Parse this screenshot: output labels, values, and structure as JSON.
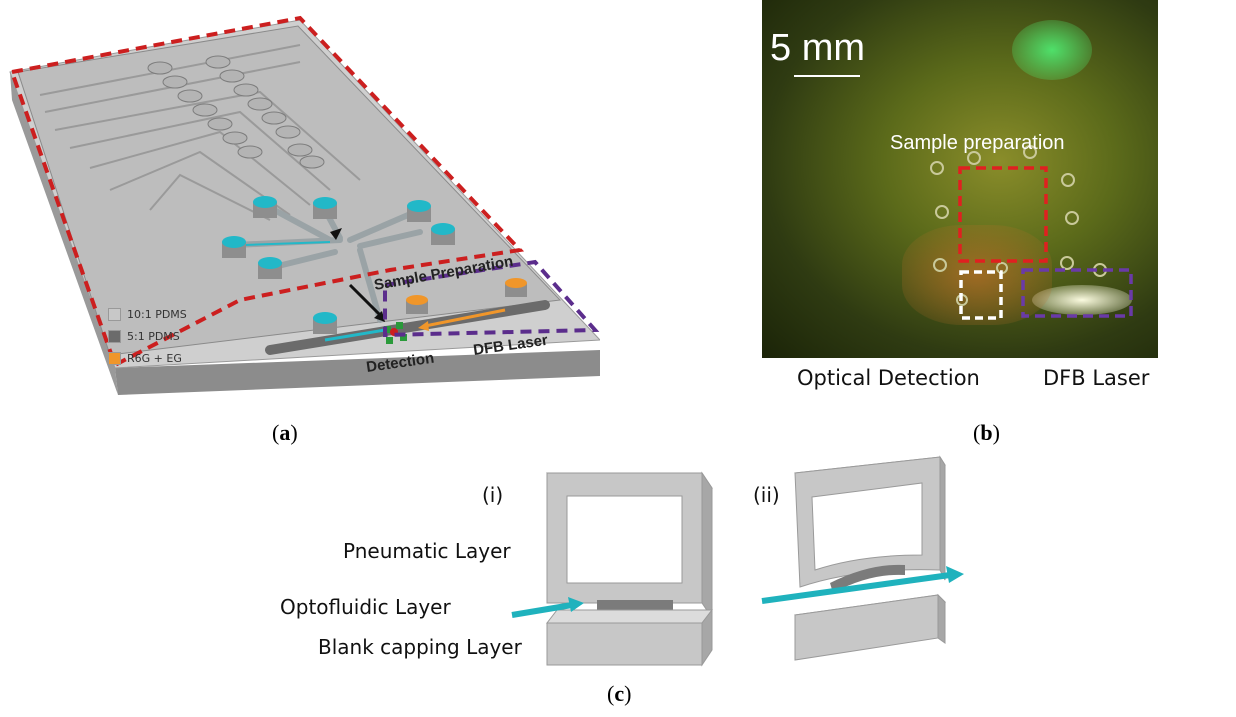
{
  "panel_a": {
    "caption_letter": "a",
    "labels": {
      "sample_preparation": "Sample Preparation",
      "detection": "Detection",
      "dfb_laser": "DFB Laser"
    },
    "legend": [
      {
        "label": "10:1 PDMS",
        "color": "#c8c8c8"
      },
      {
        "label": "5:1 PDMS",
        "color": "#6b6b6b"
      },
      {
        "label": "R6G + EG",
        "color": "#f0962a"
      }
    ],
    "colors": {
      "highlight_red": "#cc1f1f",
      "highlight_purple": "#5b2d8c",
      "reservoir_cyan": "#22b8c8"
    }
  },
  "panel_b": {
    "caption_letter": "b",
    "scale_label": "5 mm",
    "region_label": "Sample preparation",
    "bottom_labels": {
      "optical_detection": "Optical Detection",
      "dfb_laser": "DFB Laser"
    }
  },
  "panel_c": {
    "caption_letter": "c",
    "step_i": "(i)",
    "step_ii": "(ii)",
    "layers": {
      "pneumatic": "Pneumatic Layer",
      "optofluidic": "Optofluidic Layer",
      "capping": "Blank capping Layer"
    }
  }
}
